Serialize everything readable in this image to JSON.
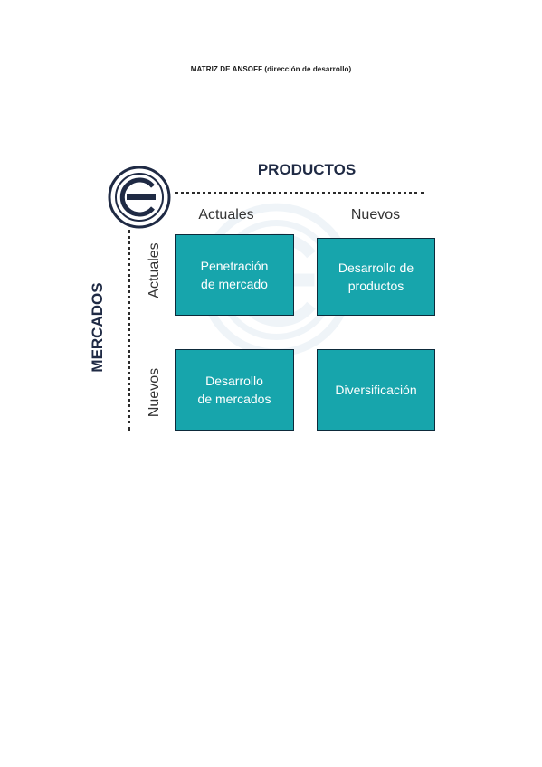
{
  "document": {
    "title": "MATRIZ DE ANSOFF (dirección de desarrollo)"
  },
  "matrix": {
    "x_axis": {
      "title": "PRODUCTOS",
      "columns": [
        "Actuales",
        "Nuevos"
      ]
    },
    "y_axis": {
      "title": "MERCADOS",
      "rows": [
        "Actuales",
        "Nuevos"
      ]
    },
    "cells": {
      "actuales_actuales": "Penetración\nde mercado",
      "actuales_nuevos": "Desarrollo de\nproductos",
      "nuevos_actuales": "Desarrollo\nde mercados",
      "nuevos_nuevos": "Diversificación"
    }
  },
  "icons": {
    "logo": "circle-e-logo",
    "watermark": "circle-e-watermark"
  },
  "colors": {
    "cell_fill": "#17a5ac",
    "cell_border": "#0d2a3a",
    "logo": "#1f2a44",
    "axis_title": "#1f2a44"
  }
}
